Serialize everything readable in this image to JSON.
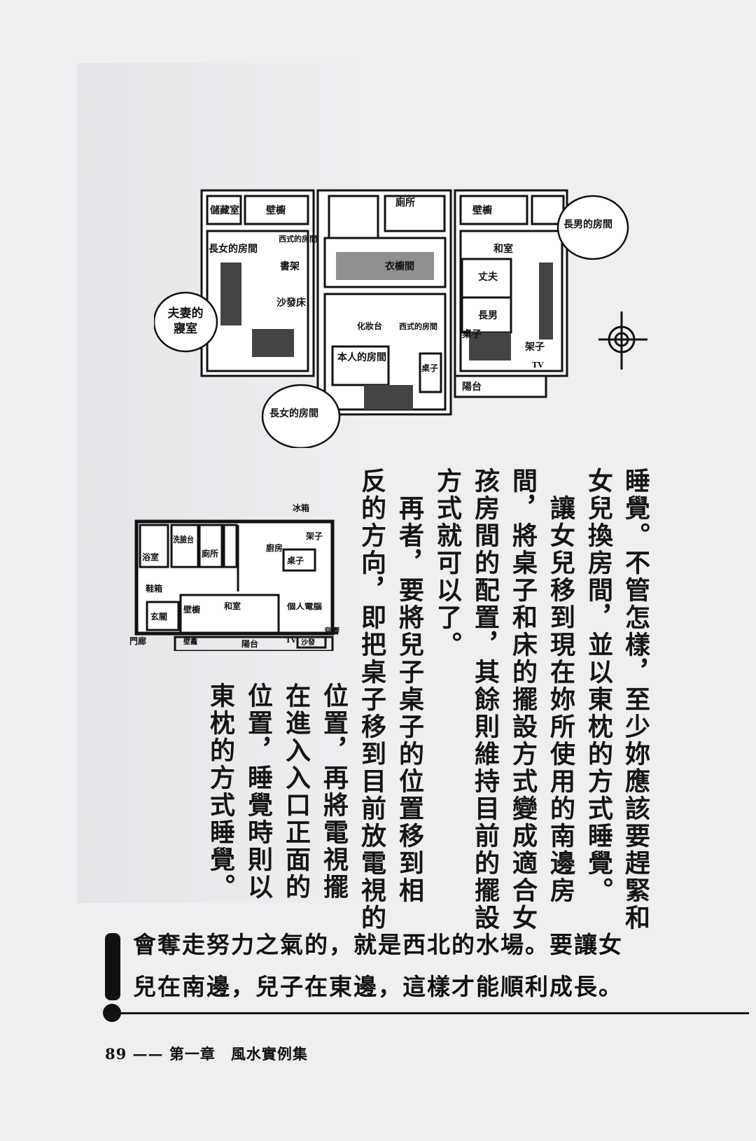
{
  "diagram_top": {
    "rooms": {
      "storage": "儲藏室",
      "closet_left": "壁櫥",
      "toilet": "廁所",
      "closet_right": "壁櫥",
      "eldest_daughter_room": "長女的房間",
      "western_room_1": "西式的房間",
      "bookshelf": "書架",
      "sofa_bed": "沙發床",
      "wardrobe": "衣櫥間",
      "japanese_room": "和室",
      "husband": "丈夫",
      "eldest_son": "長男",
      "desk_right": "桌子",
      "shelf": "架子",
      "tv": "TV",
      "dresser": "化妝台",
      "western_room_2": "西式的房間",
      "own_room": "本人的房間",
      "desk_center": "桌子",
      "balcony": "陽台"
    },
    "bubbles": {
      "couple_bedroom": "夫妻的寢室",
      "eldest_son_room": "長男的房間",
      "eldest_daughter_room": "長女的房間"
    }
  },
  "diagram_bottom": {
    "fridge": "冰箱",
    "washbasin": "洗臉台",
    "bathroom": "浴室",
    "toilet": "廁所",
    "shelf": "架子",
    "kitchen": "廚房",
    "table": "桌子",
    "pc": "個人電腦",
    "shoe_cabinet": "鞋箱",
    "entrance": "玄關",
    "closet": "壁櫥",
    "japanese_room": "和室",
    "porch": "門廊",
    "alcove": "壁龕",
    "tv": "TV",
    "sofa": "沙發",
    "stereo": "音響",
    "balcony": "陽台"
  },
  "body_columns": [
    "睡覺。不管怎樣，至少妳應該要趕緊和",
    "女兒換房間，並以東枕的方式睡覺。",
    "　讓女兒移到現在妳所使用的南邊房",
    "間，將桌子和床的擺設方式變成適合女",
    "孩房間的配置，其餘則維持目前的擺設",
    "方式就可以了。",
    "　再者，要將兒子桌子的位置移到相",
    "反的方向，即把桌子移到目前放電視的",
    "位置，再將電視擺",
    "在進入入口正面的",
    "位置，睡覺時則以",
    "東枕的方式睡覺。"
  ],
  "callout": {
    "line1": "會奪走努力之氣的，就是西北的水場。要讓女",
    "line2": "兒在南邊，兒子在東邊，這樣才能順利成長。"
  },
  "footer": {
    "page_number": "89",
    "dash": "——",
    "chapter": "第一章　風水實例集"
  }
}
